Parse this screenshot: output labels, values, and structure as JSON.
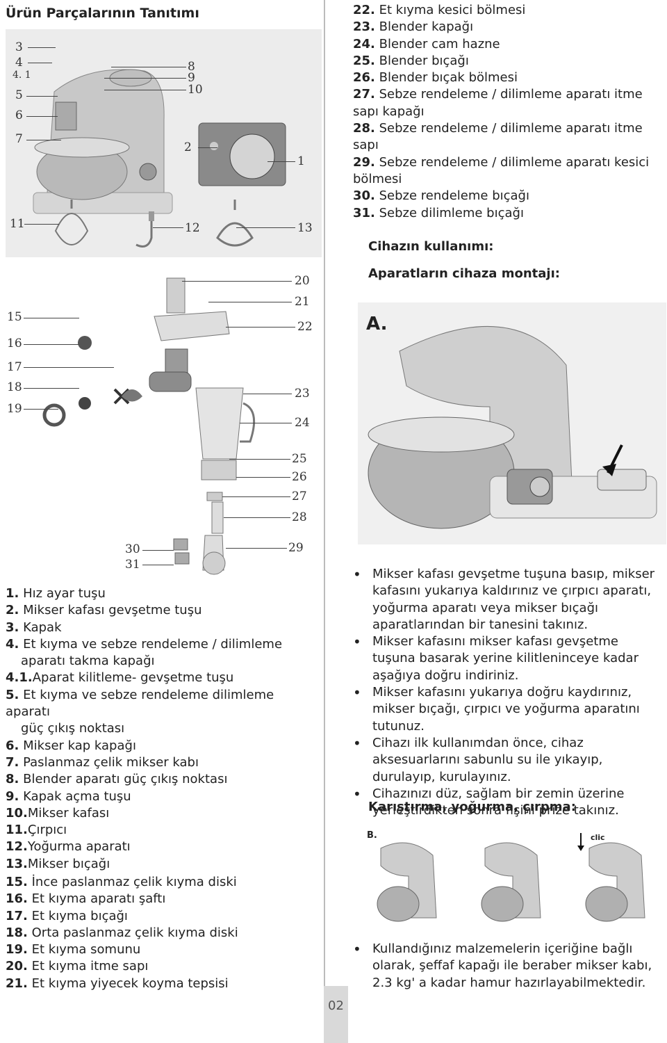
{
  "left_section": {
    "title": "Ürün Parçalarının Tanıtımı",
    "callouts_top": [
      "3",
      "4",
      "4. 1",
      "5",
      "6",
      "7",
      "8",
      "9",
      "10",
      "2",
      "1",
      "11",
      "12",
      "13"
    ],
    "callouts_mid": [
      "20",
      "21",
      "22",
      "15",
      "16",
      "17",
      "18",
      "19",
      "23",
      "24",
      "25",
      "26",
      "27",
      "28",
      "30",
      "31",
      "29"
    ],
    "parts_a": [
      {
        "num": "1.",
        "text": "Hız ayar tuşu"
      },
      {
        "num": "2.",
        "text": "Mikser kafası gevşetme tuşu"
      },
      {
        "num": "3.",
        "text": "Kapak"
      },
      {
        "num": "4.",
        "text": "Et kıyma ve sebze rendeleme / dilimleme"
      },
      {
        "num": "",
        "text": "aparatı takma kapağı"
      },
      {
        "num": "4.1.",
        "text": "Aparat kilitleme- gevşetme tuşu"
      },
      {
        "num": "5.",
        "text": "Et kıyma ve sebze rendeleme dilimleme aparatı"
      },
      {
        "num": "",
        "text": "güç çıkış noktası"
      },
      {
        "num": "6.",
        "text": "Mikser kap kapağı"
      },
      {
        "num": "7.",
        "text": "Paslanmaz çelik mikser kabı"
      },
      {
        "num": "8.",
        "text": "Blender aparatı güç çıkış noktası"
      },
      {
        "num": "9.",
        "text": "Kapak açma tuşu"
      },
      {
        "num": "10.",
        "text": "Mikser kafası"
      },
      {
        "num": "11.",
        "text": "Çırpıcı"
      },
      {
        "num": "12.",
        "text": "Yoğurma aparatı"
      },
      {
        "num": "13.",
        "text": "Mikser bıçağı"
      }
    ],
    "parts_b": [
      {
        "num": "15.",
        "text": "İnce paslanmaz çelik kıyma diski"
      },
      {
        "num": "16.",
        "text": "Et kıyma aparatı şaftı"
      },
      {
        "num": "17.",
        "text": "Et kıyma bıçağı"
      },
      {
        "num": "18.",
        "text": "Orta paslanmaz çelik kıyma diski"
      },
      {
        "num": "19.",
        "text": "Et kıyma somunu"
      },
      {
        "num": "20.",
        "text": "Et kıyma itme sapı"
      },
      {
        "num": "21.",
        "text": "Et kıyma yiyecek koyma tepsisi"
      }
    ]
  },
  "right_section": {
    "parts_c": [
      {
        "num": "22.",
        "text": "Et kıyma kesici bölmesi"
      },
      {
        "num": "23.",
        "text": "Blender kapağı"
      },
      {
        "num": "24.",
        "text": "Blender cam hazne"
      },
      {
        "num": "25.",
        "text": "Blender bıçağı"
      },
      {
        "num": "26.",
        "text": "Blender bıçak bölmesi"
      },
      {
        "num": "27.",
        "text": "Sebze rendeleme / dilimleme aparatı itme"
      },
      {
        "num": "",
        "text": "sapı kapağı"
      },
      {
        "num": "28.",
        "text": "Sebze rendeleme / dilimleme aparatı itme"
      },
      {
        "num": "",
        "text": "sapı"
      },
      {
        "num": "29.",
        "text": "Sebze rendeleme / dilimleme aparatı kesici"
      },
      {
        "num": "",
        "text": "bölmesi"
      },
      {
        "num": "30.",
        "text": "Sebze rendeleme bıçağı"
      },
      {
        "num": "31.",
        "text": "Sebze dilimleme bıçağı"
      }
    ],
    "heading_usage": "Cihazın kullanımı:",
    "heading_mount": "Aparatların cihaza montajı:",
    "figure_a_label": "A.",
    "bullets_1": [
      "Mikser kafası gevşetme tuşuna basıp, mikser kafasını yukarıya kaldırınız ve çırpıcı aparatı, yoğurma aparatı veya mikser bıçağı aparatlarından bir tanesini takınız.",
      "Mikser kafasını mikser kafası gevşetme tuşuna basarak yerine kilitleninceye kadar aşağıya doğru indiriniz.",
      "Mikser kafasını yukarıya doğru kaydırınız, mikser bıçağı, çırpıcı ve yoğurma aparatını tutunuz.",
      "Cihazı ilk kullanımdan önce, cihaz aksesuarlarını sabunlu su ile yıkayıp, durulayıp, kurulayınız.",
      "Cihazınızı düz, sağlam bir zemin üzerine yerleştirdikten sonra fişini prize takınız."
    ],
    "heading_mix": "Karıştırma, yoğurma, çırpma:",
    "figure_b_label": "B.",
    "figure_b_clic": "clic",
    "bullets_2": [
      "Kullandığınız malzemelerin içeriğine bağlı olarak, şeffaf kapağı ile beraber mikser kabı, 2.3 kg' a kadar hamur hazırlayabilmektedir."
    ]
  },
  "page_number": "02"
}
